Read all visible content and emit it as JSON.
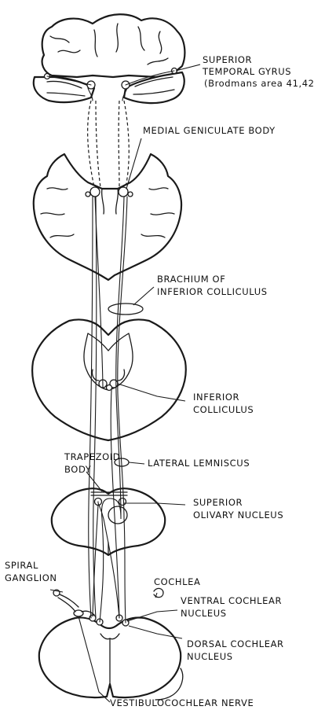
{
  "labels": {
    "superior_temporal_gyrus": [
      "SUPERIOR",
      "TEMPORAL GYRUS",
      "(Brodmans area 41,42)"
    ],
    "medial_geniculate_body": [
      "MEDIAL GENICULATE BODY"
    ],
    "brachium_inferior_colliculus": [
      "BRACHIUM OF",
      "INFERIOR COLLICULUS"
    ],
    "inferior_colliculus": [
      "INFERIOR",
      "COLLICULUS"
    ],
    "trapezoid_body": [
      "TRAPEZOID",
      "BODY"
    ],
    "lateral_lemniscus": [
      "LATERAL LEMNISCUS"
    ],
    "superior_olivary_nucleus": [
      "SUPERIOR",
      "OLIVARY NUCLEUS"
    ],
    "spiral_ganglion": [
      "SPIRAL",
      "GANGLION"
    ],
    "cochlea": [
      "COCHLEA"
    ],
    "ventral_cochlear_nucleus": [
      "VENTRAL COCHLEAR",
      "NUCLEUS"
    ],
    "dorsal_cochlear_nucleus": [
      "DORSAL COCHLEAR",
      "NUCLEUS"
    ],
    "vestibulocochlear_nerve": [
      "VESTIBULOCOCHLEAR NERVE"
    ]
  },
  "colors": {
    "line": "#1a1a1a",
    "background": "#ffffff"
  }
}
